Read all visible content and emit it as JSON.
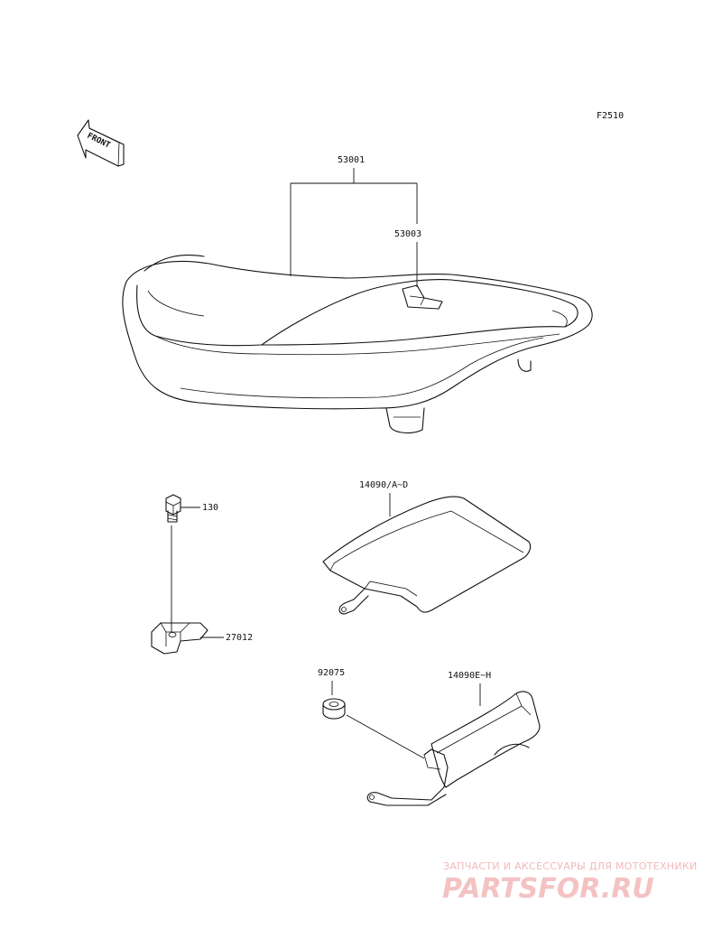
{
  "diagram": {
    "figure_code": "F2510",
    "direction_label": "FRONT",
    "parts": {
      "seat": "53001",
      "seat_cover": "53003",
      "bolt": "130",
      "clamp": "27012",
      "cover_a_d": "14090/A~D",
      "damper": "92075",
      "cover_e_h": "14090E~H"
    }
  },
  "watermark": {
    "tagline": "ЗАПЧАСТИ И АКСЕССУАРЫ ДЛЯ МОТОТЕХНИКИ",
    "logo": "PARTSFOR.RU"
  }
}
